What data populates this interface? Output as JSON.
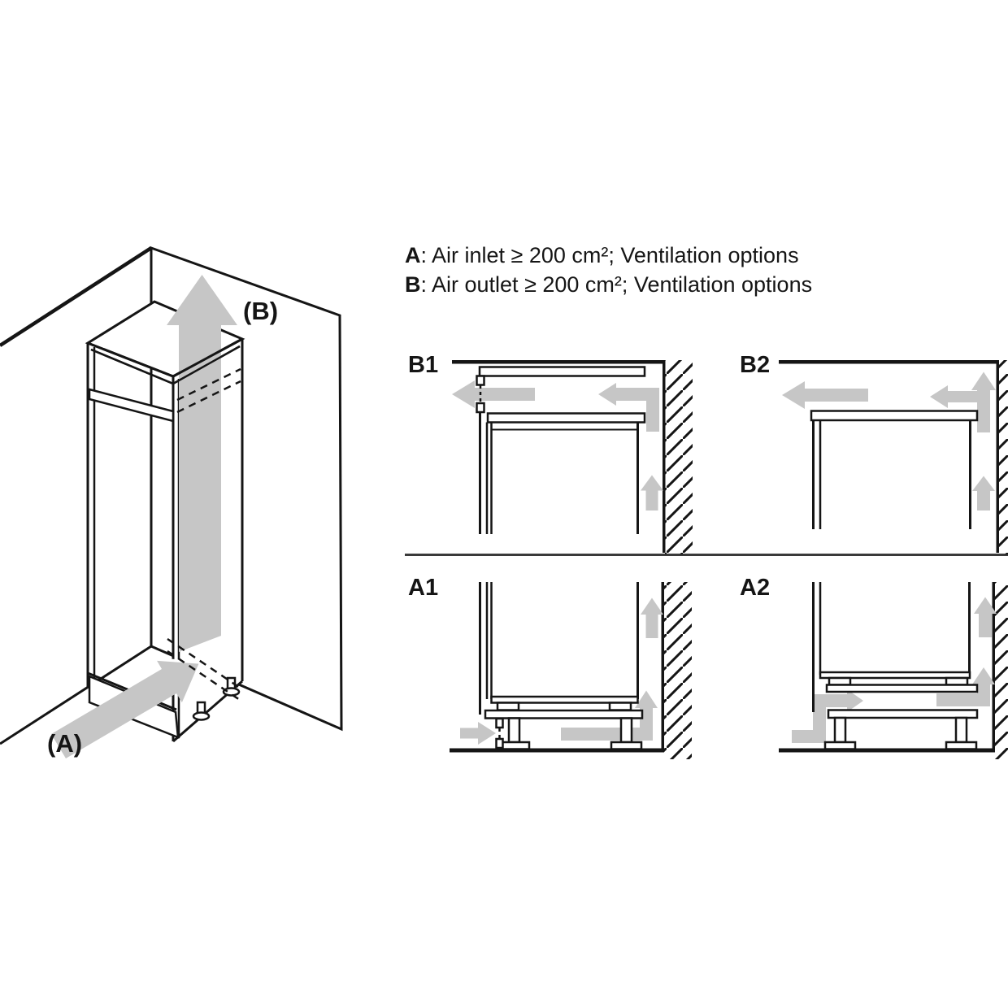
{
  "colors": {
    "line": "#151515",
    "arrow": "#c6c6c6",
    "background": "#ffffff",
    "divider": "#3a3a3a"
  },
  "caption": {
    "line_a_key": "A",
    "line_a_text": ": Air inlet ≥ 200 cm²; Ventilation options",
    "line_b_key": "B",
    "line_b_text": ": Air outlet ≥ 200 cm²; Ventilation options"
  },
  "iso": {
    "label_a": "(A)",
    "label_b": "(B)"
  },
  "panels": [
    {
      "label": "B1"
    },
    {
      "label": "B2"
    },
    {
      "label": "A1"
    },
    {
      "label": "A2"
    }
  ]
}
